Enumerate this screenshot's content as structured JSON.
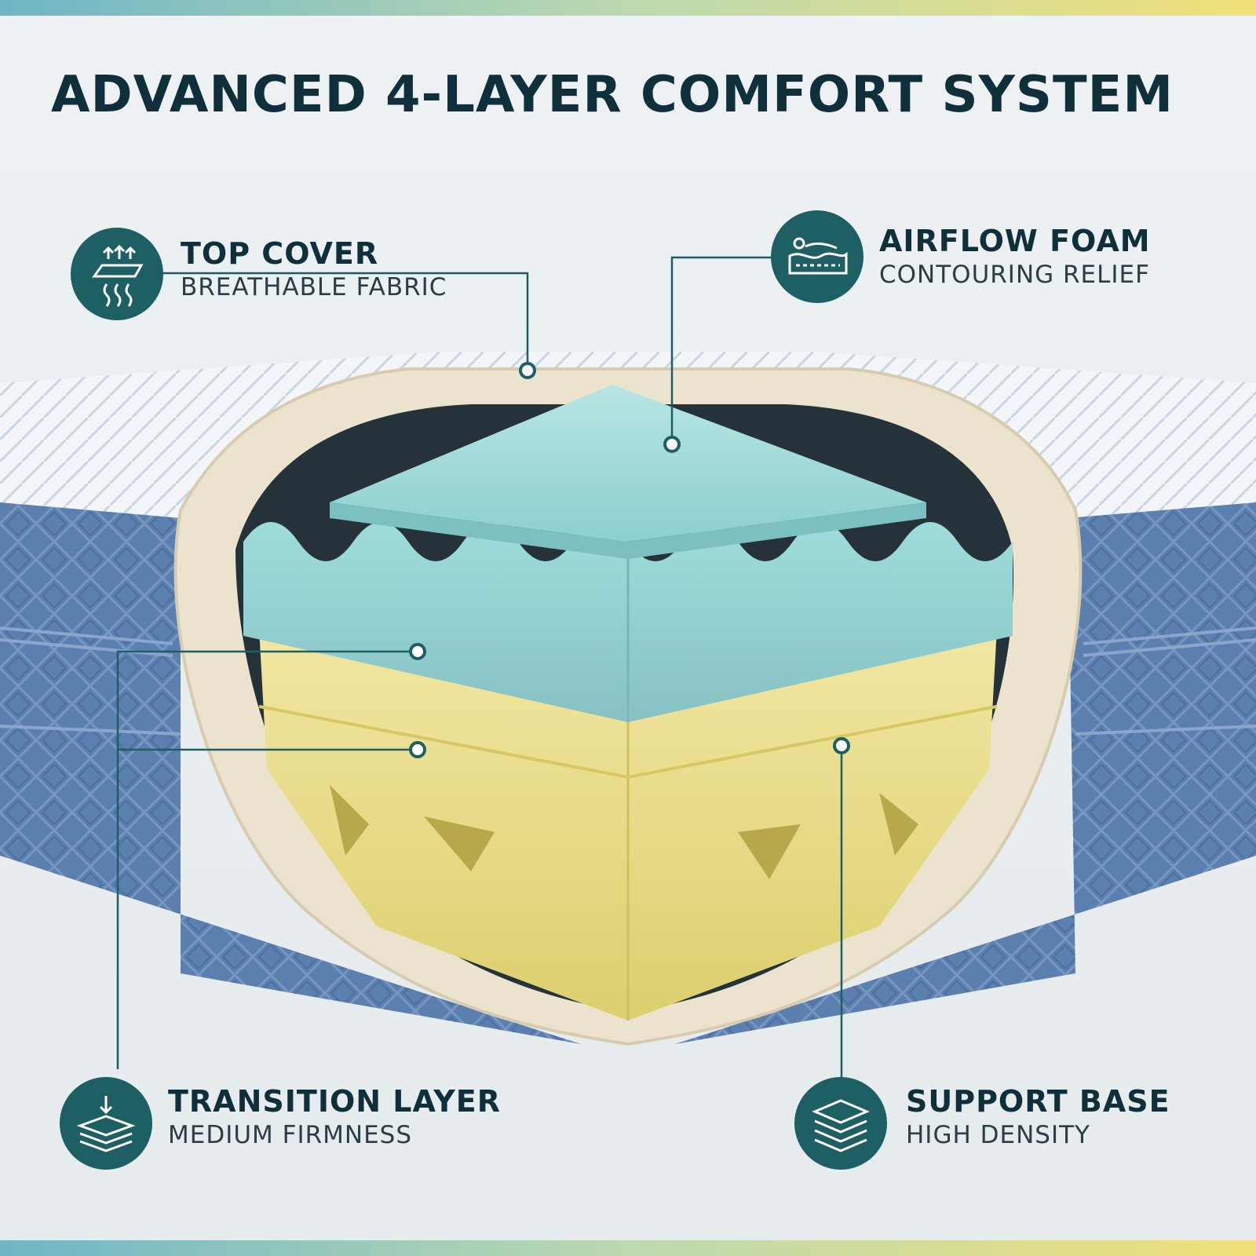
{
  "title": "ADVANCED 4-LAYER COMFORT SYSTEM",
  "colors": {
    "brand": "#1d5f63",
    "title_text": "#0f2f3a",
    "sub_text": "#2b3e45",
    "band_left": "#6fb6c7",
    "band_right": "#f1e07a",
    "cover_blue": "#5b80b0",
    "ice_foam": "#a9dcdb",
    "yellow_foam": "#ece39a",
    "cream_cover": "#ece3cf"
  },
  "callouts": [
    {
      "id": "top-cover",
      "heading": "TOP COVER",
      "sub": "BREATHABLE FABRIC",
      "icon": "breathable-fabric-icon"
    },
    {
      "id": "airflow-foam",
      "heading": "AIRFLOW FOAM",
      "sub": "CONTOURING RELIEF",
      "icon": "sleeper-contour-icon"
    },
    {
      "id": "transition-layer",
      "heading": "TRANSITION LAYER",
      "sub": "MEDIUM FIRMNESS",
      "icon": "layer-press-icon"
    },
    {
      "id": "support-base",
      "heading": "SUPPORT BASE",
      "sub": "HIGH DENSITY",
      "icon": "stacked-layers-icon"
    }
  ]
}
